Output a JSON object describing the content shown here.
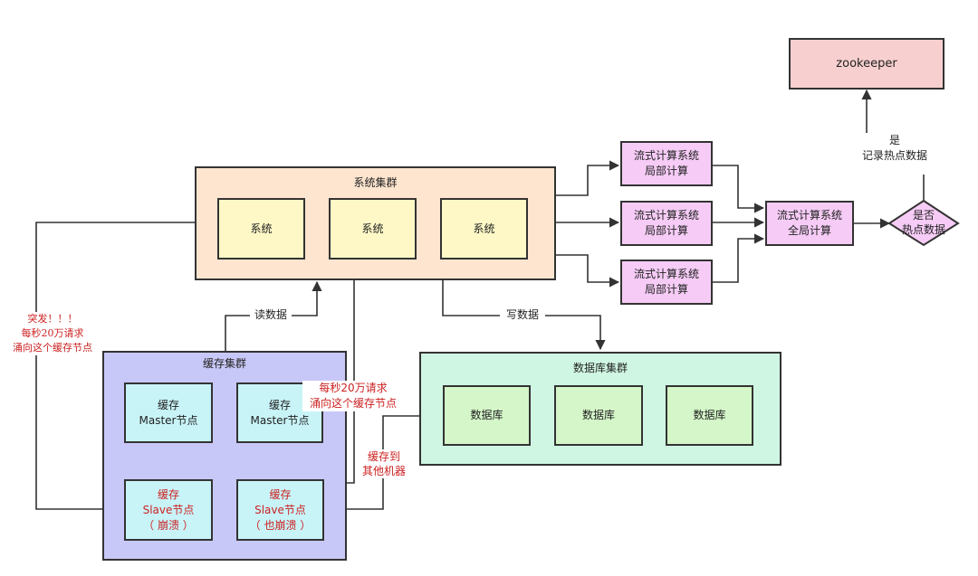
{
  "colors": {
    "system_cluster_fill": "#fde5cf",
    "system_fill": "#fdf8c6",
    "stream_fill": "#f6ccf6",
    "zookeeper_fill": "#f8cfcf",
    "cache_cluster_fill": "#c8c8f8",
    "cache_node_fill": "#c8f4f8",
    "db_cluster_fill": "#cff6e2",
    "db_fill": "#d4f6c8",
    "alert_text": "#cc2222",
    "line": "#333333"
  },
  "system_cluster": {
    "title": "系统集群",
    "systems": [
      "系统",
      "系统",
      "系统"
    ]
  },
  "stream_local": {
    "line1": "流式计算系统",
    "line2": "局部计算"
  },
  "stream_global": {
    "line1": "流式计算系统",
    "line2": "全局计算"
  },
  "decision": {
    "line1": "是否",
    "line2": "热点数据"
  },
  "yes_label": {
    "line1": "是",
    "line2": "记录热点数据"
  },
  "zookeeper": "zookeeper",
  "cache_cluster": {
    "title": "缓存集群",
    "master": {
      "line1": "缓存",
      "line2": "Master节点"
    },
    "slave1": {
      "line1": "缓存",
      "line2": "Slave节点",
      "line3": "（ 崩溃 ）"
    },
    "slave2": {
      "line1": "缓存",
      "line2": "Slave节点",
      "line3": "（ 也崩溃 ）"
    }
  },
  "db_cluster": {
    "title": "数据库集群",
    "dbs": [
      "数据库",
      "数据库",
      "数据库"
    ]
  },
  "edge_labels": {
    "read": "读数据",
    "write": "写数据",
    "burst": {
      "line1": "突发！！！",
      "line2": "每秒20万请求",
      "line3": "涌向这个缓存节点"
    },
    "burst2": {
      "line1": "每秒20万请求",
      "line2": "涌向这个缓存节点"
    },
    "cache_to": {
      "line1": "缓存到",
      "line2": "其他机器"
    }
  }
}
